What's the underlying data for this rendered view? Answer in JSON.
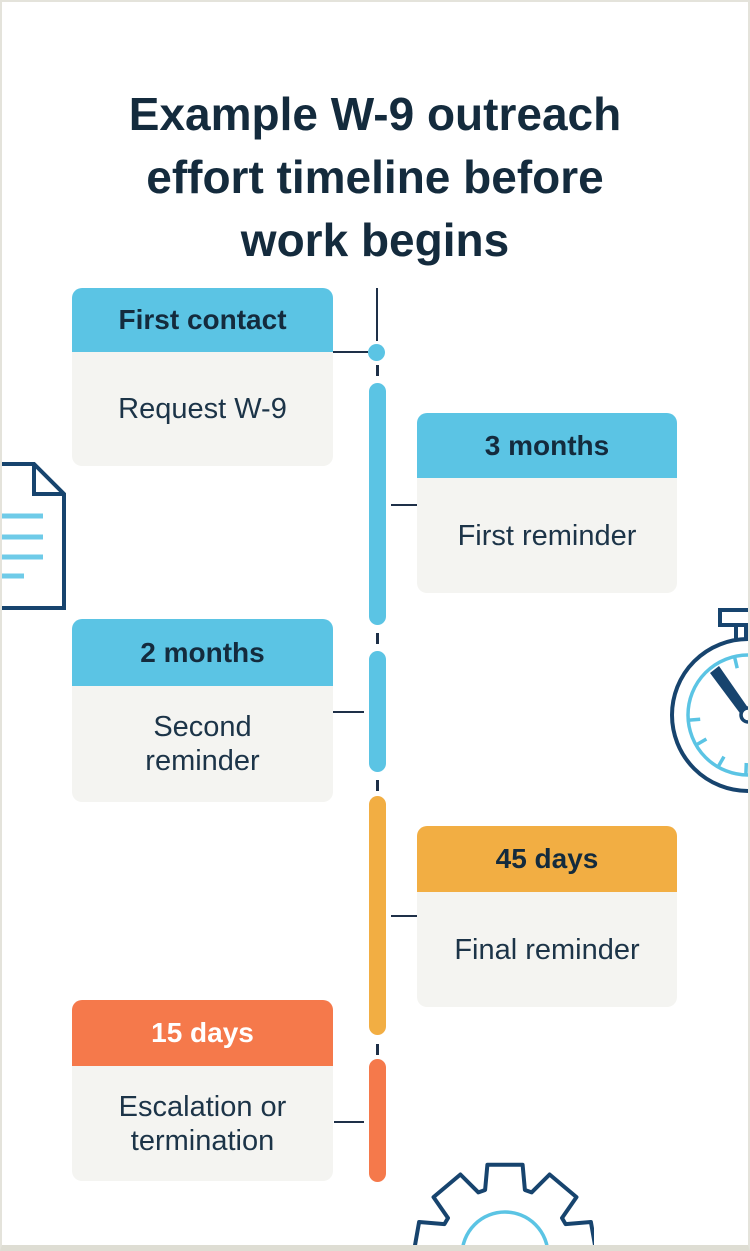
{
  "title": {
    "lines": [
      "Example W-9 outreach",
      "effort timeline before",
      "work begins"
    ],
    "color": "#142B3D"
  },
  "colors": {
    "blue": "#5BC4E4",
    "amber": "#F2AE43",
    "orange": "#F5794B",
    "navy": "#142B3D",
    "card_body_bg": "#F4F4F1",
    "body_text_color": "#1C3448",
    "connector": "#1E3048",
    "frame_border": "#E4E3DB",
    "icon_outline": "#17446E",
    "icon_accent": "#5BC4E4"
  },
  "timeline": {
    "events": [
      {
        "label": "First contact",
        "description": "Request W-9",
        "side": "left",
        "color": "#5BC4E4",
        "label_text_color": "#142B3D"
      },
      {
        "label": "3 months",
        "description": "First reminder",
        "side": "right",
        "color": "#5BC4E4",
        "label_text_color": "#142B3D"
      },
      {
        "label": "2 months",
        "description": "Second reminder",
        "side": "left",
        "color": "#5BC4E4",
        "label_text_color": "#142B3D"
      },
      {
        "label": "45 days",
        "description": "Final reminder",
        "side": "right",
        "color": "#F2AE43",
        "label_text_color": "#142B3D"
      },
      {
        "label": "15 days",
        "description": "Escalation or termination",
        "side": "left",
        "color": "#F5794B",
        "label_text_color": "#FFFFFF"
      }
    ]
  },
  "decorative_icons": [
    "document-icon",
    "stopwatch-icon",
    "gear-icon"
  ]
}
